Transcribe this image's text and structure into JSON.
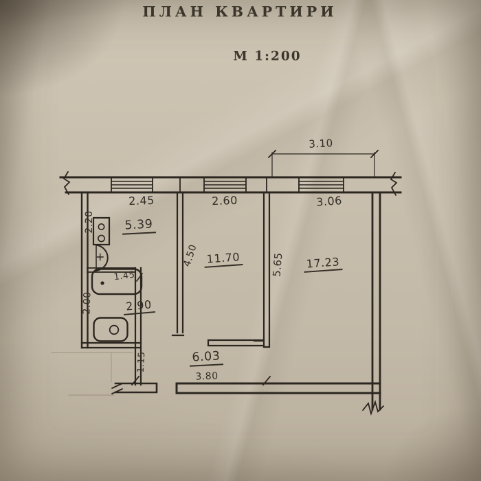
{
  "title": "ПЛАН КВАРТИРИ",
  "scale_label": "М 1:200",
  "colors": {
    "paper": "#c9bfae",
    "ink": "#332e26"
  },
  "rooms": {
    "kitchen": {
      "area": "5.39"
    },
    "living": {
      "area": "11.70"
    },
    "bedroom": {
      "area": "17.23"
    },
    "bathroom": {
      "area": "2.90"
    },
    "hallway": {
      "area": "6.03"
    }
  },
  "dimensions": {
    "kitchen_width": "2.45",
    "living_width": "2.60",
    "bedroom_width": "3.06",
    "bedroom_outer_width": "3.10",
    "kitchen_depth": "2.20",
    "bathroom_width": "1.45",
    "bathroom_depth": "2.00",
    "living_depth": "4.50",
    "bedroom_depth": "5.65",
    "hallway_wall": "1.15",
    "hallway_width": "3.80"
  },
  "icons": {
    "stove": "stove-icon",
    "sink": "sink-icon",
    "bathtub": "bathtub-icon",
    "toilet": "toilet-icon",
    "wall_break": "wall-break-icon"
  }
}
